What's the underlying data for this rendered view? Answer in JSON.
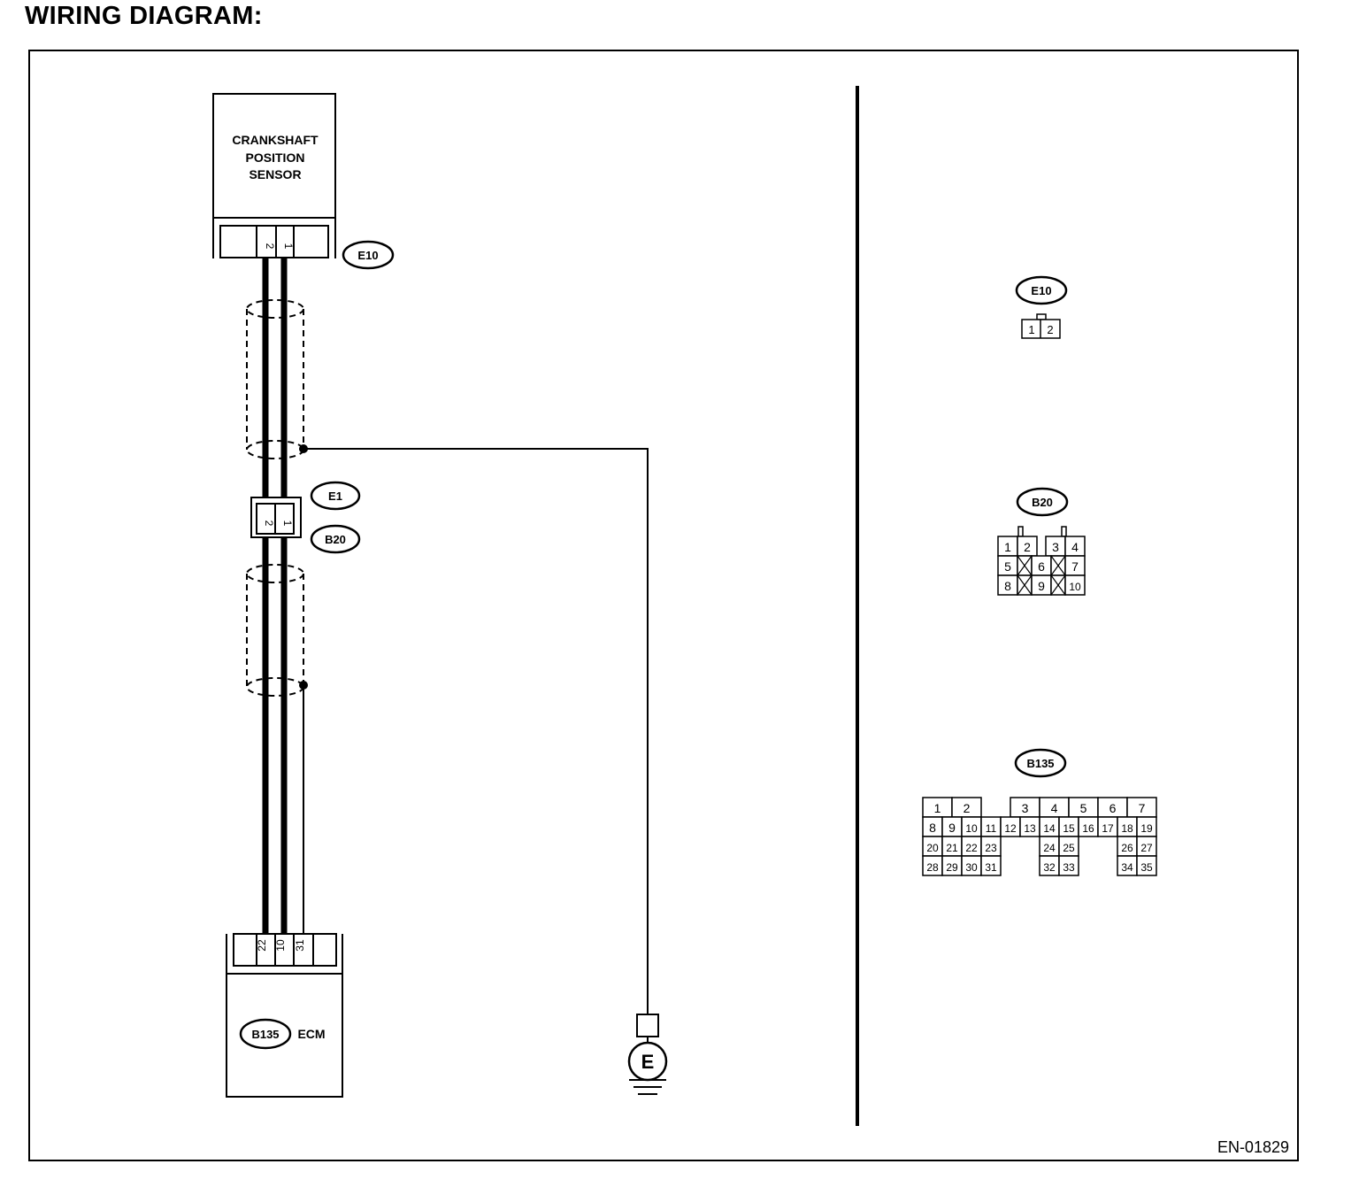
{
  "title": "WIRING DIAGRAM:",
  "figure_id": "EN-01829",
  "sensor": {
    "lines": [
      "CRANKSHAFT",
      "POSITION",
      "SENSOR"
    ]
  },
  "ecm": {
    "name": "ECM"
  },
  "ground": {
    "symbol": "E"
  },
  "connectors": {
    "E10": {
      "id": "E10",
      "pins": [
        "2",
        "1"
      ]
    },
    "E1": {
      "id": "E1"
    },
    "B20": {
      "id": "B20",
      "pins": [
        "2",
        "1"
      ]
    },
    "B135": {
      "id": "B135",
      "pins": [
        "22",
        "10",
        "31"
      ]
    }
  },
  "connector_views": {
    "E10": {
      "id": "E10",
      "pins": [
        "1",
        "2"
      ]
    },
    "B20": {
      "id": "B20",
      "pins": [
        "1",
        "2",
        "3",
        "4",
        "5",
        "6",
        "7",
        "8",
        "9",
        "10"
      ]
    },
    "B135": {
      "id": "B135",
      "pins": [
        "1",
        "2",
        "3",
        "4",
        "5",
        "6",
        "7",
        "8",
        "9",
        "10",
        "11",
        "12",
        "13",
        "14",
        "15",
        "16",
        "17",
        "18",
        "19",
        "20",
        "21",
        "22",
        "23",
        "24",
        "25",
        "26",
        "27",
        "28",
        "29",
        "30",
        "31",
        "32",
        "33",
        "34",
        "35"
      ]
    }
  },
  "colors": {
    "line": "#000000",
    "background": "#ffffff"
  }
}
